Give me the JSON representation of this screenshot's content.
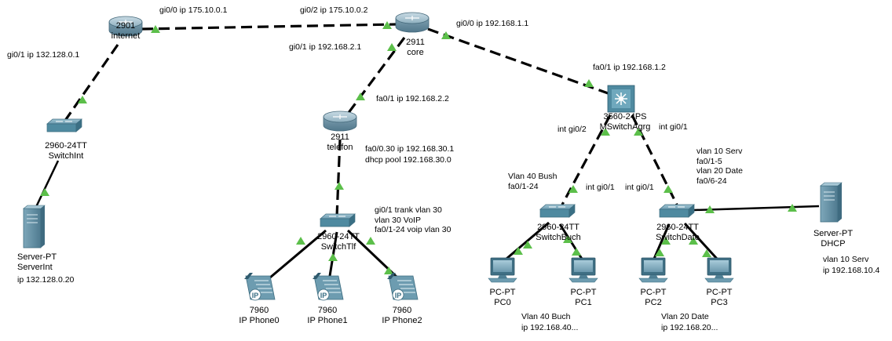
{
  "colors": {
    "link": "#000000",
    "link_up_triangle": "#5cbf4a",
    "router_body": "#7fa3b5",
    "switch_body": "#4f8aa0",
    "server_body": "#5e8ca1"
  },
  "devices": {
    "r_internet": {
      "model": "2901",
      "name": "internet",
      "icon": "router-icon"
    },
    "r_core": {
      "model": "2911",
      "name": "core",
      "icon": "router-icon"
    },
    "r_telefon": {
      "model": "2911",
      "name": "telefon",
      "icon": "router-icon"
    },
    "ms": {
      "model": "3560-24PS",
      "name": "MSwitchAgrg",
      "icon": "multilayer-switch-icon"
    },
    "sw_int": {
      "model": "2960-24TT",
      "name": "SwitchInt",
      "icon": "switch-icon"
    },
    "sw_tlf": {
      "model": "2960-24TT",
      "name": "SwitchTlf",
      "icon": "switch-icon"
    },
    "sw_buch": {
      "model": "2960-24TT",
      "name": "SwitchBuch",
      "icon": "switch-icon"
    },
    "sw_date": {
      "model": "2960-24TT",
      "name": "SwitchDate",
      "icon": "switch-icon"
    },
    "srv_int": {
      "model": "Server-PT",
      "name": "ServerInt",
      "icon": "server-icon"
    },
    "srv_dhcp": {
      "model": "Server-PT",
      "name": "DHCP",
      "icon": "server-icon"
    },
    "phone0": {
      "model": "7960",
      "name": "IP Phone0",
      "icon": "ip-phone-icon",
      "badge": "IP"
    },
    "phone1": {
      "model": "7960",
      "name": "IP Phone1",
      "icon": "ip-phone-icon",
      "badge": "IP"
    },
    "phone2": {
      "model": "7960",
      "name": "IP Phone2",
      "icon": "ip-phone-icon",
      "badge": "IP"
    },
    "pc0": {
      "model": "PC-PT",
      "name": "PC0",
      "icon": "pc-icon"
    },
    "pc1": {
      "model": "PC-PT",
      "name": "PC1",
      "icon": "pc-icon"
    },
    "pc2": {
      "model": "PC-PT",
      "name": "PC2",
      "icon": "pc-icon"
    },
    "pc3": {
      "model": "PC-PT",
      "name": "PC3",
      "icon": "pc-icon"
    }
  },
  "annotations": {
    "internet_gi00": "gi0/0 ip 175.10.0.1",
    "core_gi02": "gi0/2 ip 175.10.0.2",
    "core_gi00": "gi0/0 ip 192.168.1.1",
    "internet_gi01": "gi0/1 ip 132.128.0.1",
    "core_gi01": "gi0/1 ip 192.168.2.1",
    "ms_fa01": "fa0/1 ip 192.168.1.2",
    "telefon_fa01": "fa0/1 ip 192.168.2.2",
    "ms_int_gi02": "int gi0/2",
    "ms_int_gi01": "int gi0/1",
    "telefon_subif": "fa0/0.30 ip 192.168.30.1",
    "telefon_dhcp": "dhcp pool 192.168.30.0",
    "date_vlans": [
      "vlan 10 Serv",
      "fa0/1-5",
      "vlan 20 Date",
      "fa0/6-24"
    ],
    "buch_vlan": [
      "Vlan 40 Bush",
      "fa0/1-24"
    ],
    "buch_int": "int gi0/1",
    "date_int": "int gi0/1",
    "tlf_config": [
      "gi0/1 trank vlan 30",
      "vlan 30 VoIP",
      "fa0/1-24 voip vlan 30"
    ],
    "srv_int_ip": "ip 132.128.0.20",
    "dhcp_vlan": "vlan 10 Serv",
    "dhcp_ip": "ip 192.168.10.4",
    "pc_buch_vlan": "Vlan 40 Buch",
    "pc_buch_ip": "ip 192.168.40...",
    "pc_date_vlan": "Vlan 20 Date",
    "pc_date_ip": "ip 192.168.20..."
  }
}
